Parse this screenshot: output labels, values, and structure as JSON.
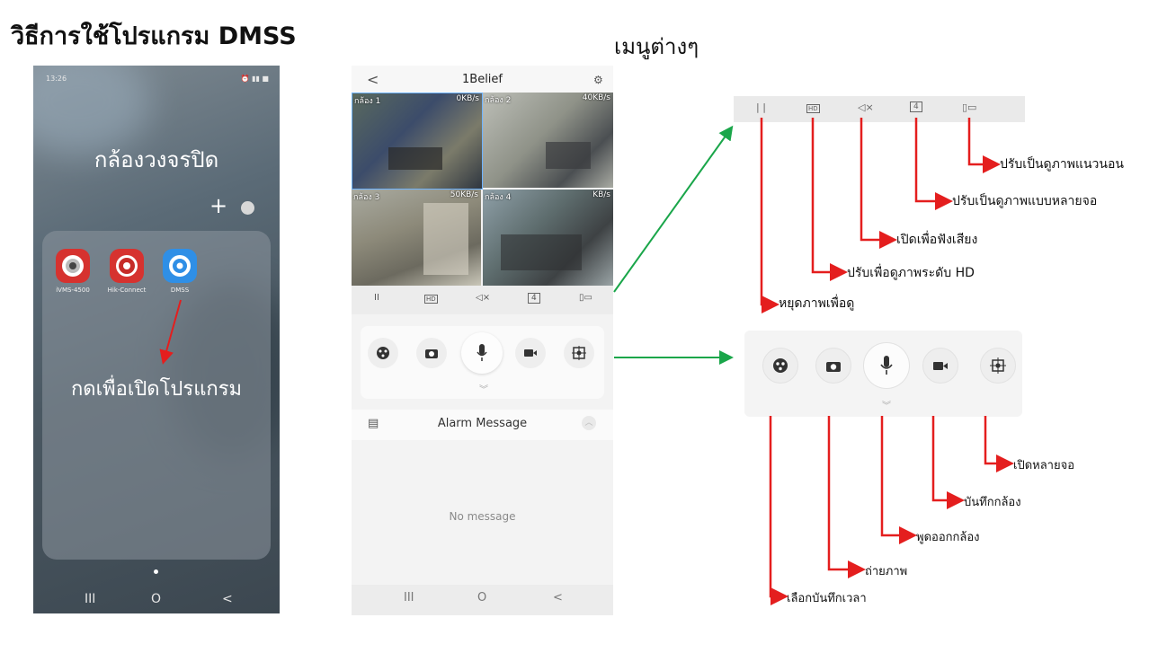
{
  "heading": "วิธีการใช้โปรแกรม DMSS",
  "menus_heading": "เมนูต่างๆ",
  "home_screen": {
    "status_time": "13:26",
    "folder_title": "กล้องวงจรปิด",
    "add_symbol": "+",
    "apps": [
      {
        "label": "iVMS-4500",
        "color": "#d6322f"
      },
      {
        "label": "Hik-Connect",
        "color": "#d6322f"
      },
      {
        "label": "DMSS",
        "color": "#2f8fe6"
      }
    ],
    "press_hint": "กดเพื่อเปิดโปรแกรม",
    "nav": [
      "III",
      "O",
      "<"
    ]
  },
  "live_view": {
    "back": "<",
    "device_name": "1Belief",
    "cameras": [
      {
        "label": "กล้อง 1",
        "speed": "0KB/s"
      },
      {
        "label": "กล้อง 2",
        "speed": "40KB/s"
      },
      {
        "label": "กล้อง 3",
        "speed": "50KB/s"
      },
      {
        "label": "กล้อง 4",
        "speed": "KB/s"
      }
    ],
    "toolbar": [
      "II",
      "HD",
      "◁×",
      "4",
      "▯▭"
    ],
    "alarm_title": "Alarm Message",
    "empty_text": "No message",
    "nav": [
      "III",
      "O",
      "<"
    ]
  },
  "toolbar_callouts": [
    "หยุดภาพเพื่อดู",
    "ปรับเพื่อดูภาพระดับ HD",
    "เปิดเพื่อฟังเสียง",
    "ปรับเป็นดูภาพแบบหลายจอ",
    "ปรับเป็นดูภาพแนวนอน"
  ],
  "panel_callouts": [
    "เลือกบันทึกเวลา",
    "ถ่ายภาพ",
    "พูดออกกล้อง",
    "บันทึกกล้อง",
    "เปิดหลายจอ"
  ],
  "colors": {
    "arrow_red": "#e41e1e",
    "arrow_green": "#1aa64a",
    "accent_blue": "#2f8fe6"
  }
}
